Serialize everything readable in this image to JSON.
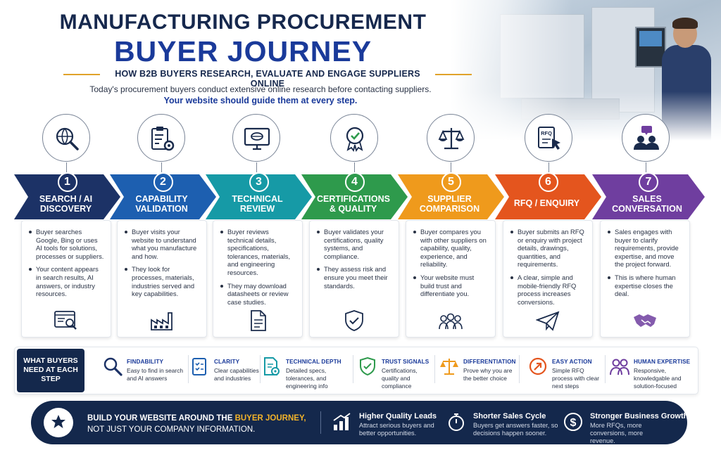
{
  "header": {
    "title_line1": "MANUFACTURING PROCUREMENT",
    "title_line2": "BUYER JOURNEY",
    "subtitle": "HOW B2B BUYERS RESEARCH, EVALUATE AND ENGAGE SUPPLIERS ONLINE",
    "intro": "Today's procurement buyers conduct extensive online research before contacting suppliers.",
    "intro_bold": "Your website should guide them at every step."
  },
  "stages": [
    {
      "num": "1",
      "label1": "SEARCH / AI",
      "label2": "DISCOVERY",
      "color": "#1c3266",
      "icon": "globe-search-icon",
      "card_icon": "browser-search-icon",
      "bullets": [
        "Buyer searches Google, Bing or uses AI tools for solutions, processes or suppliers.",
        "Your content appears in search results, AI answers, or industry resources."
      ]
    },
    {
      "num": "2",
      "label1": "CAPABILITY",
      "label2": "VALIDATION",
      "color": "#1d5fb0",
      "icon": "clipboard-gear-icon",
      "card_icon": "factory-icon",
      "bullets": [
        "Buyer visits your website to understand what you manufacture and how.",
        "They look for processes, materials, industries served and key capabilities."
      ]
    },
    {
      "num": "3",
      "label1": "TECHNICAL",
      "label2": "REVIEW",
      "color": "#169aa6",
      "icon": "monitor-part-icon",
      "card_icon": "document-icon",
      "bullets": [
        "Buyer reviews technical details, specifications, tolerances, materials, and engineering resources.",
        "They may download datasheets or review case studies."
      ]
    },
    {
      "num": "4",
      "label1": "CERTIFICATIONS",
      "label2": "& QUALITY",
      "color": "#2e9a4c",
      "icon": "award-check-icon",
      "card_icon": "shield-check-icon",
      "bullets": [
        "Buyer validates your certifications, quality systems, and compliance.",
        "They assess risk and ensure you meet their standards."
      ]
    },
    {
      "num": "5",
      "label1": "SUPPLIER",
      "label2": "COMPARISON",
      "color": "#ef9a1c",
      "icon": "scales-icon",
      "card_icon": "people-group-icon",
      "bullets": [
        "Buyer compares you with other suppliers on capability, quality, experience, and reliability.",
        "Your website must build trust and differentiate you."
      ]
    },
    {
      "num": "6",
      "label1": "RFQ / ENQUIRY",
      "label2": "",
      "color": "#e4551e",
      "icon": "rfq-cursor-icon",
      "card_icon": "paper-plane-icon",
      "icon_text": "RFQ",
      "bullets": [
        "Buyer submits an RFQ or enquiry with project details, drawings, quantities, and requirements.",
        "A clear, simple and mobile-friendly RFQ process increases conversions."
      ]
    },
    {
      "num": "7",
      "label1": "SALES",
      "label2": "CONVERSATION",
      "color": "#6f3e9f",
      "icon": "people-chat-icon",
      "card_icon": "handshake-icon",
      "bullets": [
        "Sales engages with buyer to clarify requirements, provide expertise, and move the project forward.",
        "This is where human expertise closes the deal."
      ]
    }
  ],
  "needs": {
    "tag": "WHAT BUYERS NEED AT EACH STEP",
    "items": [
      {
        "title": "FINDABILITY",
        "desc": "Easy to find in search and AI answers",
        "color": "#1c3266",
        "icon": "magnifier-icon"
      },
      {
        "title": "CLARITY",
        "desc": "Clear capabilities and industries",
        "color": "#1d5fb0",
        "icon": "checklist-icon"
      },
      {
        "title": "TECHNICAL DEPTH",
        "desc": "Detailed specs, tolerances, and engineering info",
        "color": "#169aa6",
        "icon": "doc-gear-icon"
      },
      {
        "title": "TRUST SIGNALS",
        "desc": "Certifications, quality and compliance",
        "color": "#2e9a4c",
        "icon": "shield-icon"
      },
      {
        "title": "DIFFERENTIATION",
        "desc": "Prove why you are the better choice",
        "color": "#ef9a1c",
        "icon": "scales-icon"
      },
      {
        "title": "EASY ACTION",
        "desc": "Simple RFQ process with clear next steps",
        "color": "#e4551e",
        "icon": "arrow-circle-icon"
      },
      {
        "title": "HUMAN EXPERTISE",
        "desc": "Responsive, knowledgable and solution-focused",
        "color": "#6f3e9f",
        "icon": "people-icon"
      }
    ]
  },
  "banner": {
    "line1_pre": "BUILD YOUR WEBSITE AROUND THE ",
    "line1_highlight": "BUYER JOURNEY,",
    "line2": "NOT JUST YOUR COMPANY INFORMATION.",
    "items": [
      {
        "title": "Higher Quality Leads",
        "desc": "Attract serious buyers and better opportunities.",
        "icon": "bar-chart-icon"
      },
      {
        "title": "Shorter Sales Cycle",
        "desc": "Buyers get answers faster, so decisions happen sooner.",
        "icon": "stopwatch-icon"
      },
      {
        "title": "Stronger Business Growth",
        "desc": "More RFQs, more conversions, more revenue.",
        "icon": "dollar-icon"
      }
    ]
  }
}
